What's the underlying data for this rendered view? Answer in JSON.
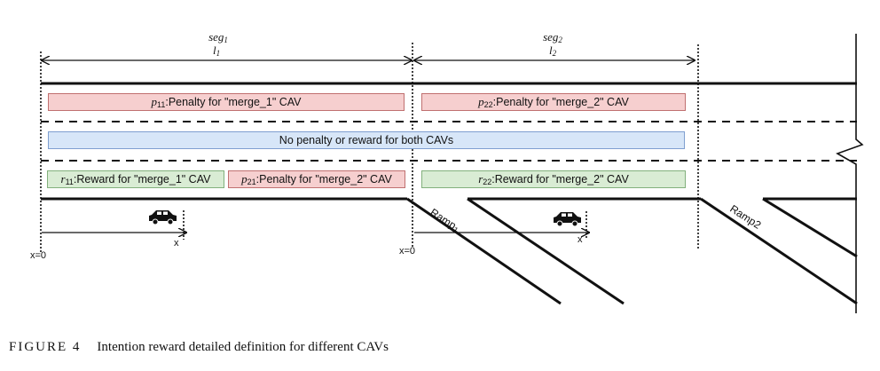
{
  "segments": [
    {
      "name": "seg",
      "sub": "1",
      "len": "l",
      "lensub": "1"
    },
    {
      "name": "seg",
      "sub": "2",
      "len": "l",
      "lensub": "2"
    }
  ],
  "boxes": {
    "p11": {
      "sym": "p",
      "sub": "11",
      "text": ":Penalty for \"merge_1\" CAV"
    },
    "p22": {
      "sym": "p",
      "sub": "22",
      "text": ":Penalty for \"merge_2\" CAV"
    },
    "neutral": {
      "text": "No penalty or reward for both CAVs"
    },
    "r11": {
      "sym": "r",
      "sub": "11",
      "text": ":Reward for \"merge_1\" CAV"
    },
    "p21": {
      "sym": "p",
      "sub": "21",
      "text": ":Penalty for \"merge_2\" CAV"
    },
    "r22": {
      "sym": "r",
      "sub": "22",
      "text": ":Reward for \"merge_2\" CAV"
    }
  },
  "axis_labels": {
    "origin": "x=0",
    "x": "x"
  },
  "ramps": {
    "ramp1_name": "Ramp",
    "ramp1_sub": "1",
    "ramp2_name": "Ramp2"
  },
  "caption": {
    "number": "FIGURE 4",
    "text": "Intention reward detailed definition for different CAVs"
  },
  "colors": {
    "penalty": "#f6cfcf",
    "neutral": "#d7e6f8",
    "reward": "#d9ecd4"
  }
}
